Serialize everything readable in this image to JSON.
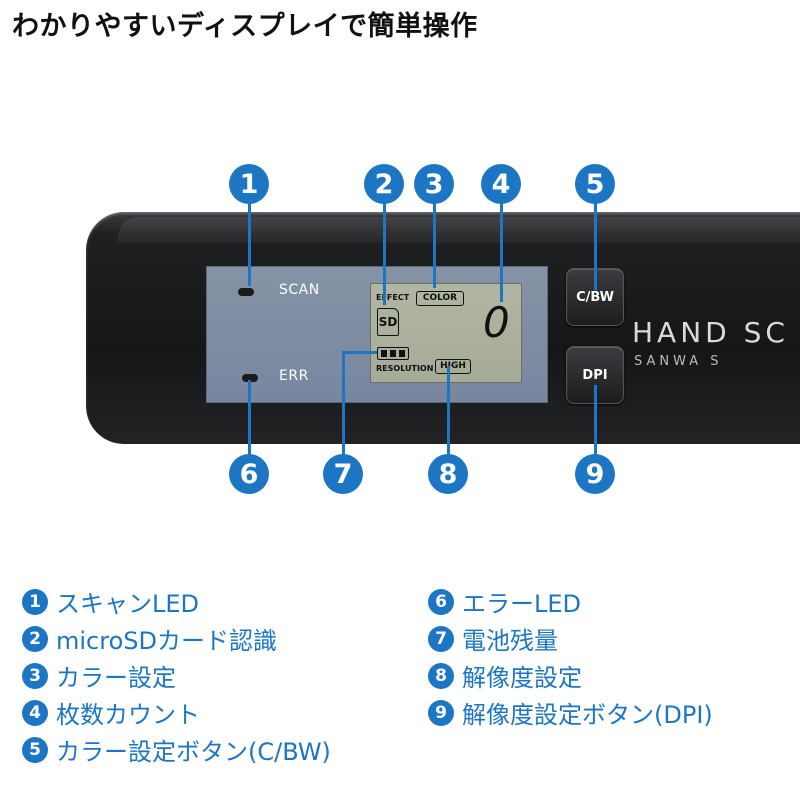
{
  "title": "わかりやすいディスプレイで簡単操作",
  "device": {
    "led_scan_label": "SCAN",
    "led_err_label": "ERR",
    "lcd": {
      "effect_label": "EFFECT",
      "color_label": "COLOR",
      "sd_label": "SD",
      "count_value": "0",
      "resolution_label": "RESOLUTION",
      "high_label": "HIGH"
    },
    "button_cbw_label": "C/BW",
    "button_dpi_label": "DPI",
    "brand_text": "HAND SC",
    "brand_sub_text": "SANWA S"
  },
  "callouts": [
    "1",
    "2",
    "3",
    "4",
    "5",
    "6",
    "7",
    "8",
    "9"
  ],
  "legend_left": [
    {
      "num": "1",
      "label": "スキャンLED"
    },
    {
      "num": "2",
      "label": "microSDカード認識"
    },
    {
      "num": "3",
      "label": "カラー設定"
    },
    {
      "num": "4",
      "label": "枚数カウント"
    },
    {
      "num": "5",
      "label": "カラー設定ボタン(C/BW)"
    }
  ],
  "legend_right": [
    {
      "num": "6",
      "label": "エラーLED"
    },
    {
      "num": "7",
      "label": "電池残量"
    },
    {
      "num": "8",
      "label": "解像度設定"
    },
    {
      "num": "9",
      "label": "解像度設定ボタン(DPI)"
    }
  ],
  "colors": {
    "accent": "#1c76c4",
    "device": "#1f2022",
    "panel": "#7d8ba2",
    "lcd": "#aeb39f"
  }
}
